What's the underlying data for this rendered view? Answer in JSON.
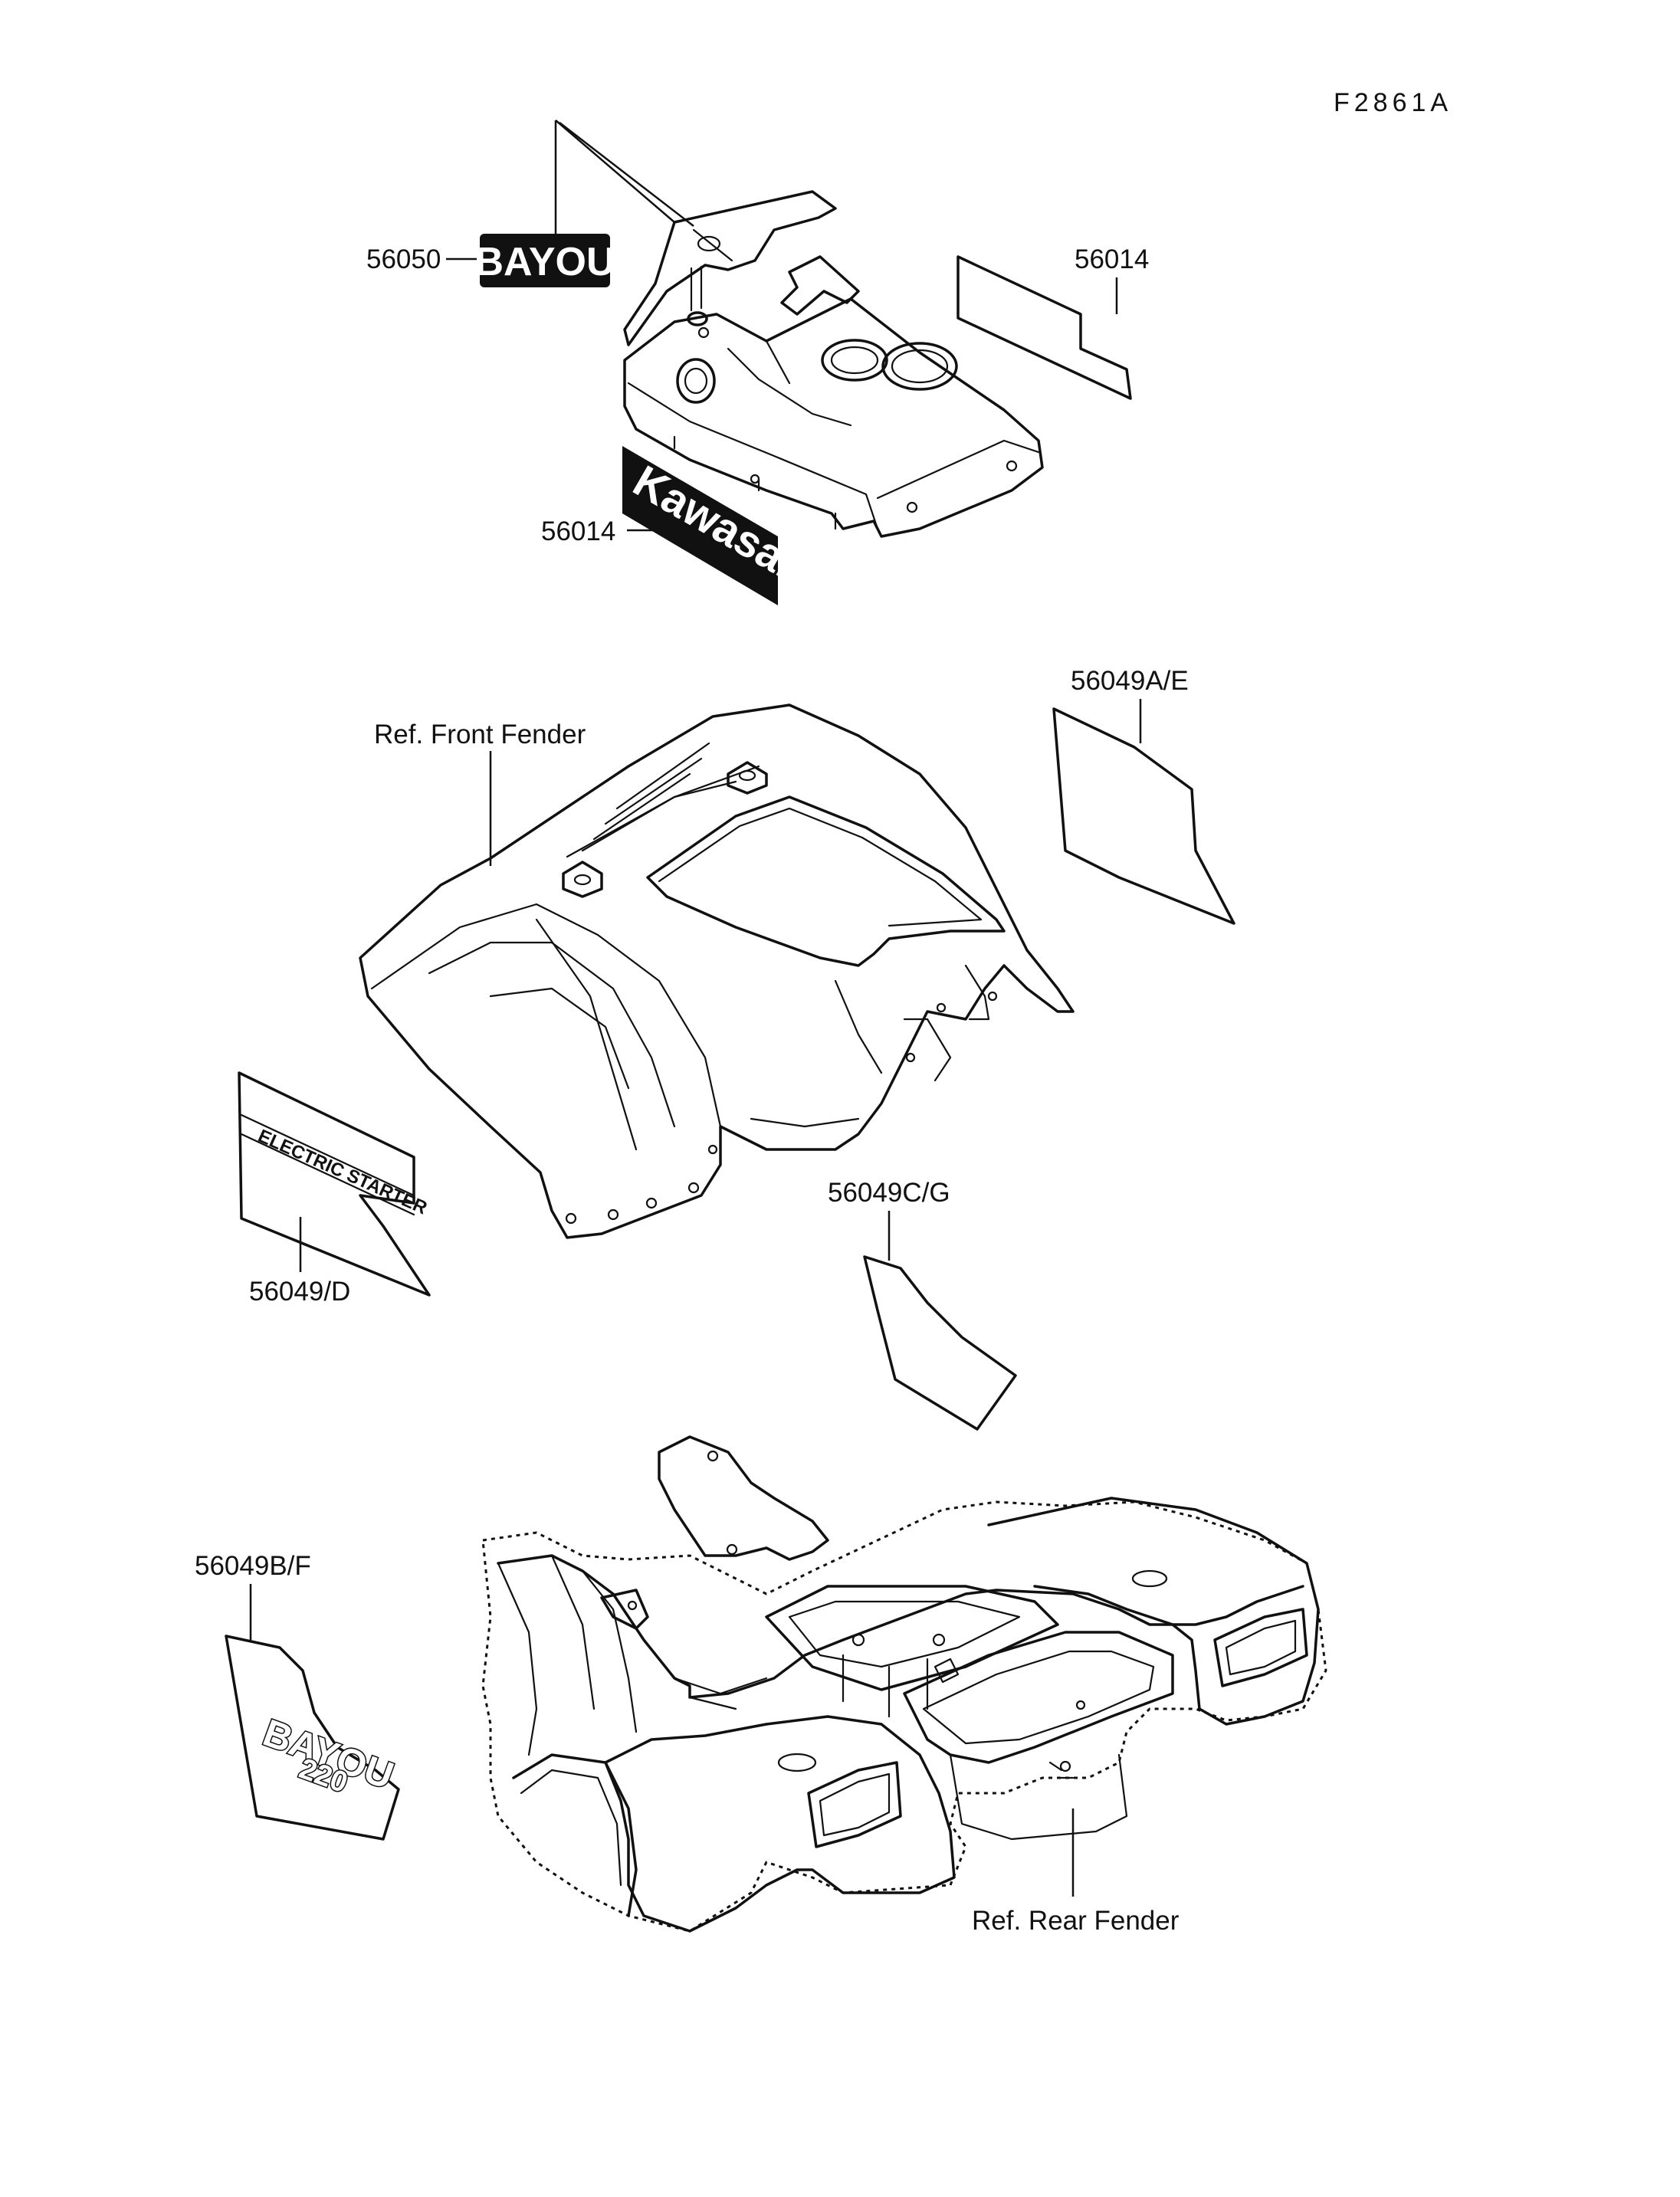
{
  "figure_code": "F2861A",
  "labels": {
    "bayou_emblem": "56050",
    "side_cover_decal": "56014",
    "kawasaki_emblem": "56014",
    "front_decal_right": "56049A/E",
    "front_fender_ref": "Ref. Front Fender",
    "front_decal_left": "56049/D",
    "front_decal_lower": "56049C/G",
    "rear_decal_left": "56049B/F",
    "rear_fender_ref": "Ref. Rear Fender"
  },
  "decal_text": {
    "bayou": "BAYOU",
    "kawasaki": "Kawasaki",
    "electric_starter": "ELECTRIC STARTER",
    "bayou_220": "BAYOU",
    "model": "220"
  },
  "colors": {
    "ink": "#111111",
    "paper": "#ffffff"
  }
}
